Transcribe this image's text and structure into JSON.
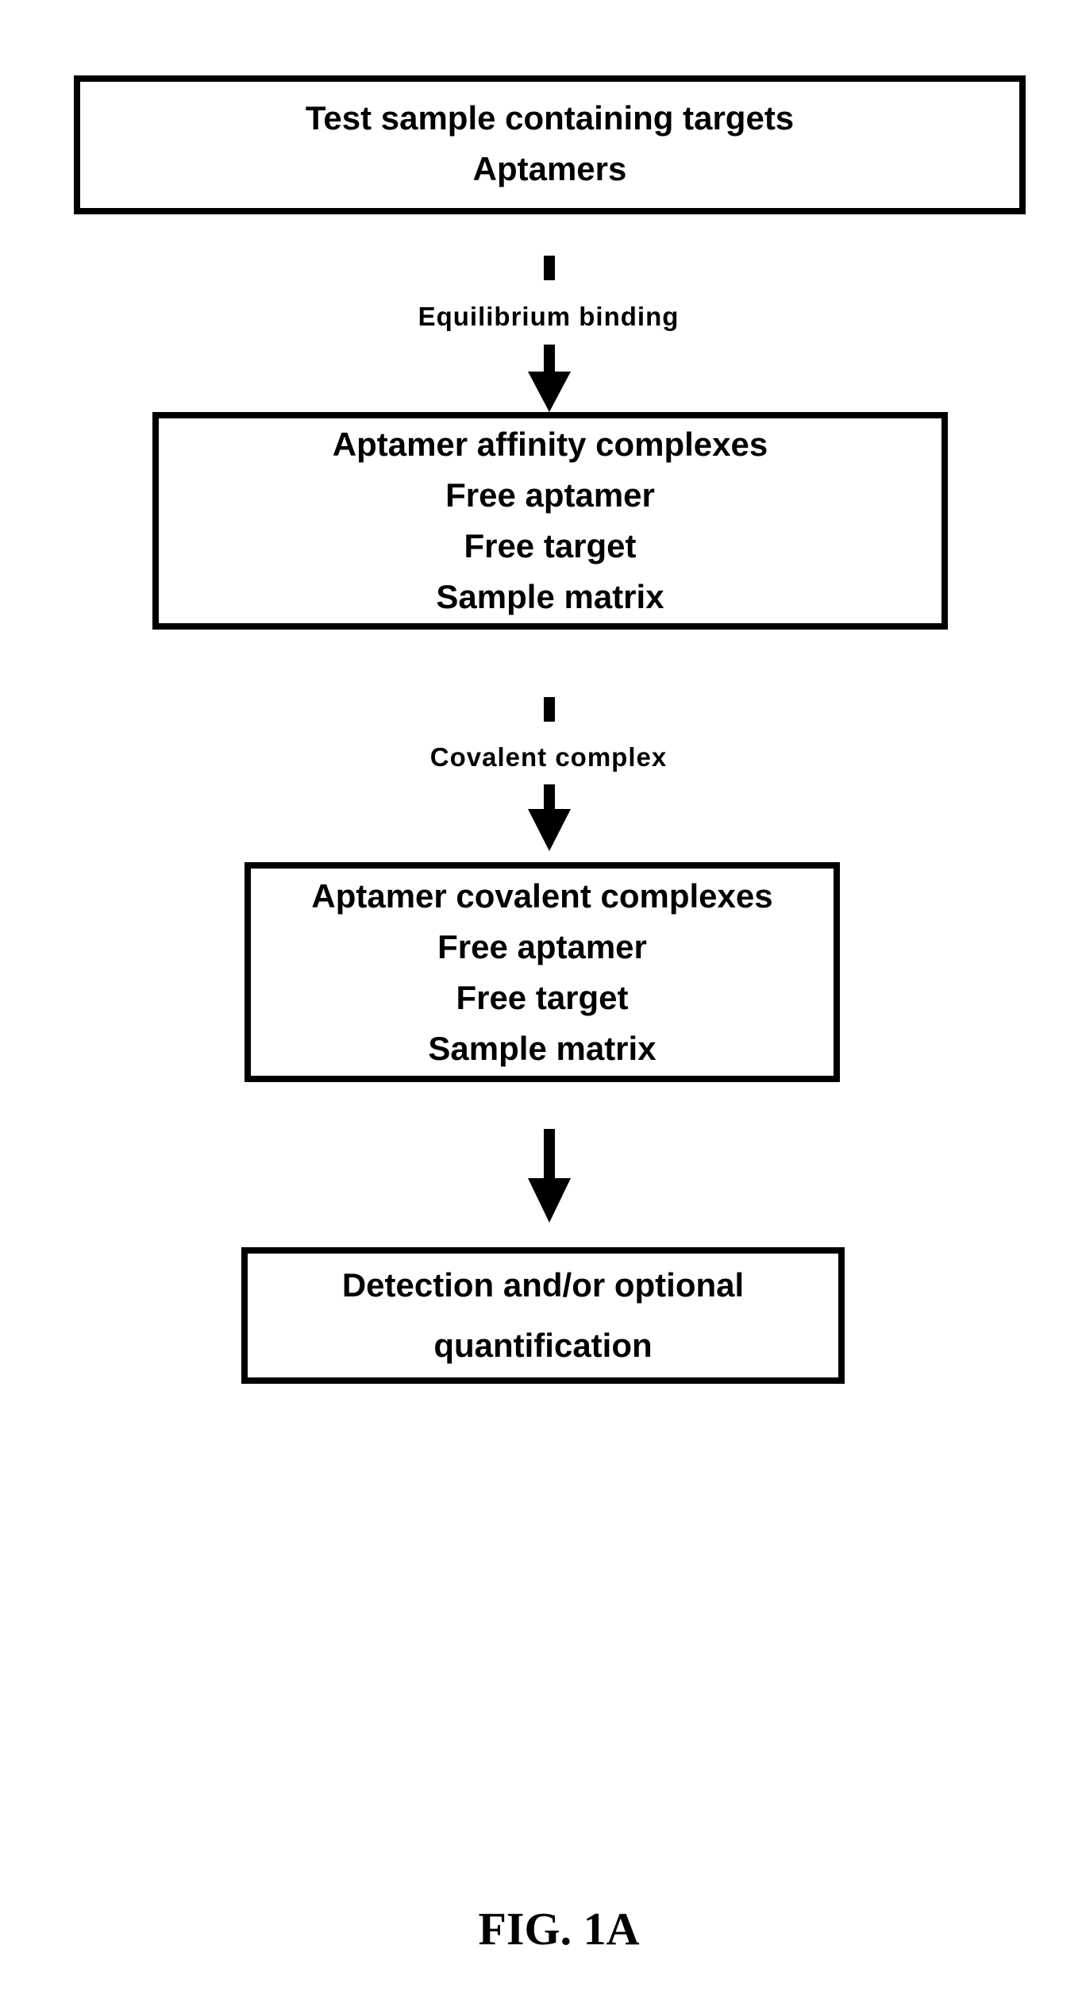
{
  "figure": {
    "caption": "FIG. 1A",
    "boxes": [
      {
        "lines": [
          "Test sample containing targets",
          "Aptamers"
        ]
      },
      {
        "lines": [
          "Aptamer affinity complexes",
          "Free aptamer",
          "Free target",
          "Sample matrix"
        ]
      },
      {
        "lines": [
          "Aptamer covalent complexes",
          "Free aptamer",
          "Free target",
          "Sample matrix"
        ]
      },
      {
        "lines": [
          "Detection and/or optional",
          "quantification"
        ]
      }
    ],
    "arrows": [
      {
        "label": "Equilibrium binding"
      },
      {
        "label": "Covalent complex"
      },
      {
        "label": ""
      }
    ],
    "colors": {
      "ink": "#000000",
      "paper": "#ffffff"
    }
  }
}
